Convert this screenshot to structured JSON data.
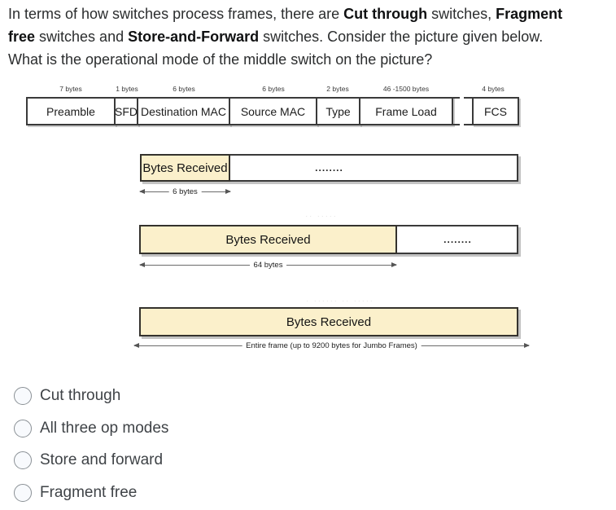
{
  "colors": {
    "highlight_yellow": "#FBF0CB",
    "box_border": "#3A3A3A",
    "shadow_gray": "#919191",
    "question_text": "#2B2D2E",
    "radio_border": "#8A9095"
  },
  "question": {
    "lines": [
      {
        "segments": [
          {
            "text": "In terms of how switches process frames, there are "
          },
          {
            "text": "Cut through"
          },
          {
            "text": " switches, "
          },
          {
            "text": "Fragment"
          }
        ]
      },
      {
        "segments": [
          {
            "text": "free"
          },
          {
            "text": " switches and "
          },
          {
            "text": "Store-and-Forward"
          },
          {
            "text": " switches. Consider the picture given below."
          }
        ]
      },
      {
        "segments": [
          {
            "text": "What is the operational mode of the middle switch on the picture?"
          }
        ]
      }
    ]
  },
  "frame_diagram": {
    "fields": [
      {
        "label": "Preamble",
        "size": "7 bytes"
      },
      {
        "label": "SFD",
        "size": "1 bytes"
      },
      {
        "label": "Destination MAC",
        "size": "6 bytes"
      },
      {
        "label": "Source MAC",
        "size": "6 bytes"
      },
      {
        "label": "Type",
        "size": "2 bytes"
      },
      {
        "label": "Frame Load",
        "size": "46 -1500 bytes"
      },
      {
        "label": "FCS",
        "size": "4 bytes"
      }
    ]
  },
  "switch_rows": [
    {
      "received_label": "Bytes Received",
      "remainder_dots": "........",
      "arrow_label": "6 bytes"
    },
    {
      "received_label": "Bytes Received",
      "remainder_dots": "........",
      "arrow_label": "64 bytes"
    },
    {
      "received_label": "Bytes Received",
      "remainder_dots": "",
      "arrow_label": "Entire frame (up to 9200 bytes for Jumbo Frames)"
    }
  ],
  "artifacts": {
    "faint_dots_1": "·· ·····",
    "faint_dots_2": "· ······ ·· ·····"
  },
  "options": [
    {
      "label": "Cut through"
    },
    {
      "label": "All three op modes"
    },
    {
      "label": "Store and forward"
    },
    {
      "label": "Fragment free"
    }
  ]
}
